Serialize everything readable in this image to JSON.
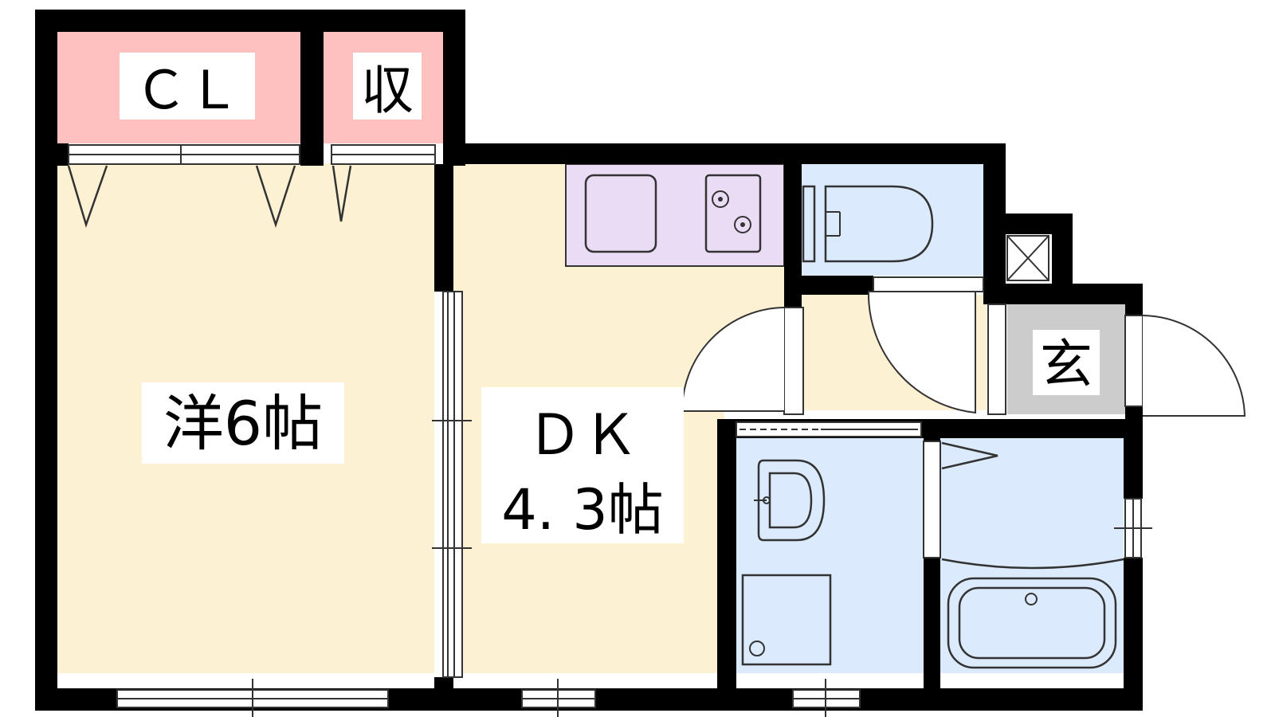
{
  "rooms": {
    "western": {
      "label": "洋6帖"
    },
    "dk": {
      "label_line1": "ＤＫ",
      "label_line2": "4. 3帖"
    },
    "closet": {
      "label": "ＣＬ"
    },
    "storage": {
      "label": "収"
    },
    "entrance": {
      "label": "玄"
    }
  },
  "colors": {
    "wall": "#000000",
    "room_floor": "#fdf1d3",
    "closet_fill": "#ffc0c0",
    "kitchen_fill": "#ebdcf5",
    "wet_area_fill": "#dbeafc",
    "entrance_fill": "#cccccc"
  }
}
